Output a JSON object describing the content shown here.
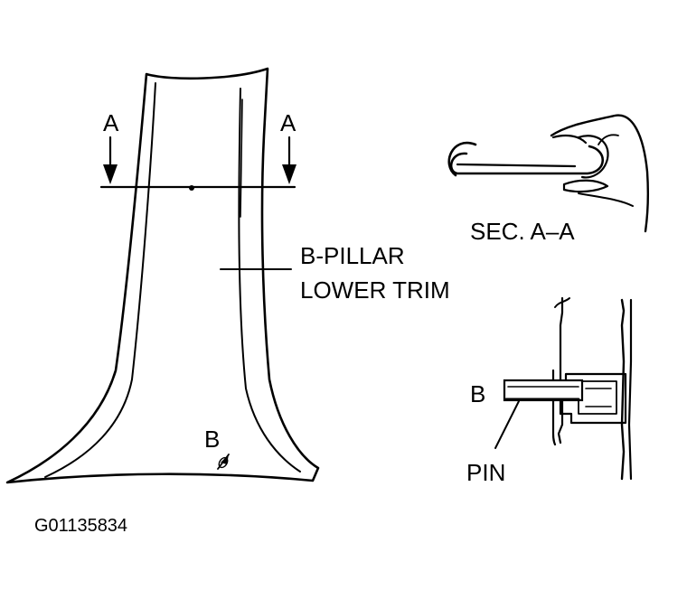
{
  "labels": {
    "section_left": "A",
    "section_right": "A",
    "part_name_line1": "B-PILLAR",
    "part_name_line2": "LOWER TRIM",
    "section_view": "SEC. A–A",
    "detail_b_main": "B",
    "detail_b_inset": "B",
    "pin": "PIN",
    "figure_id": "G01135834"
  }
}
